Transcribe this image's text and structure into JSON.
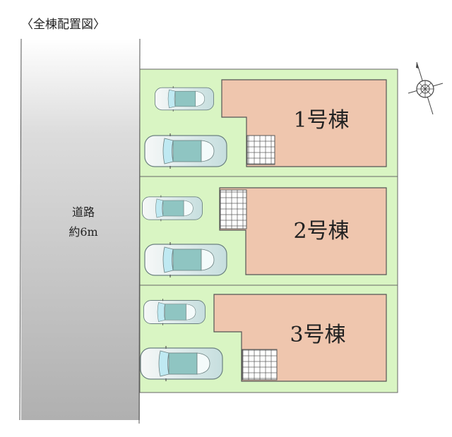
{
  "title": "〈全棟配置図〉",
  "road": {
    "label": "道路",
    "width_label": "約6m"
  },
  "buildings": [
    {
      "label": "1号棟"
    },
    {
      "label": "2号棟"
    },
    {
      "label": "3号棟"
    }
  ],
  "colors": {
    "lot": "#d9f5c3",
    "building": "#efc6ae",
    "road_dark": "#b4b4b4",
    "car": "#cfe6e6"
  },
  "compass": {
    "icon": "north-arrow-icon"
  }
}
